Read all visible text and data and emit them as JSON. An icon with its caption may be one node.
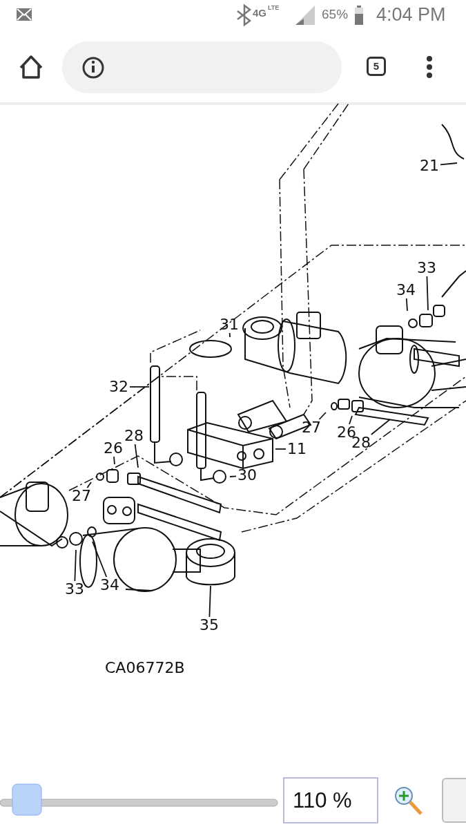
{
  "diagram": {
    "nodes": [
      {
        "text": [
          "21"
        ]
      },
      {
        "text": [
          "33"
        ]
      },
      {
        "text": [
          "34"
        ]
      },
      {
        "text": [
          "31"
        ]
      },
      {
        "text": [
          "32"
        ]
      },
      {
        "text": [
          "27"
        ]
      },
      {
        "text": [
          "26"
        ]
      },
      {
        "text": [
          "28"
        ]
      },
      {
        "text": [
          "28"
        ]
      },
      {
        "text": [
          "26"
        ]
      },
      {
        "text": [
          "11"
        ]
      },
      {
        "text": [
          "30"
        ]
      },
      {
        "text": [
          "27"
        ]
      },
      {
        "text": [
          "33"
        ]
      },
      {
        "text": [
          "34"
        ]
      },
      {
        "text": [
          "35"
        ]
      }
    ],
    "edges": [
      {
        "from": 0,
        "to": null,
        "arrow": "none"
      },
      {
        "from": 1,
        "to": null,
        "arrow": "none"
      },
      {
        "from": 2,
        "to": null,
        "arrow": "none"
      },
      {
        "from": 3,
        "to": null,
        "arrow": "none"
      },
      {
        "from": 4,
        "to": null,
        "arrow": "none"
      },
      {
        "from": 5,
        "to": null,
        "arrow": "none"
      },
      {
        "from": 6,
        "to": null,
        "arrow": "none"
      },
      {
        "from": 7,
        "to": null,
        "arrow": "none"
      },
      {
        "from": 8,
        "to": null,
        "arrow": "none"
      },
      {
        "from": 9,
        "to": null,
        "arrow": "none"
      },
      {
        "from": 10,
        "to": null,
        "arrow": "none"
      },
      {
        "from": 11,
        "to": null,
        "arrow": "none"
      },
      {
        "from": 12,
        "to": null,
        "arrow": "none"
      },
      {
        "from": 13,
        "to": null,
        "arrow": "none"
      },
      {
        "from": 14,
        "to": null,
        "arrow": "none"
      },
      {
        "from": 15,
        "to": null,
        "arrow": "none"
      }
    ],
    "labels": [
      "4G",
      "LTE",
      "65%",
      "4:04 PM",
      "5",
      "CA06772B",
      "110 %"
    ]
  }
}
